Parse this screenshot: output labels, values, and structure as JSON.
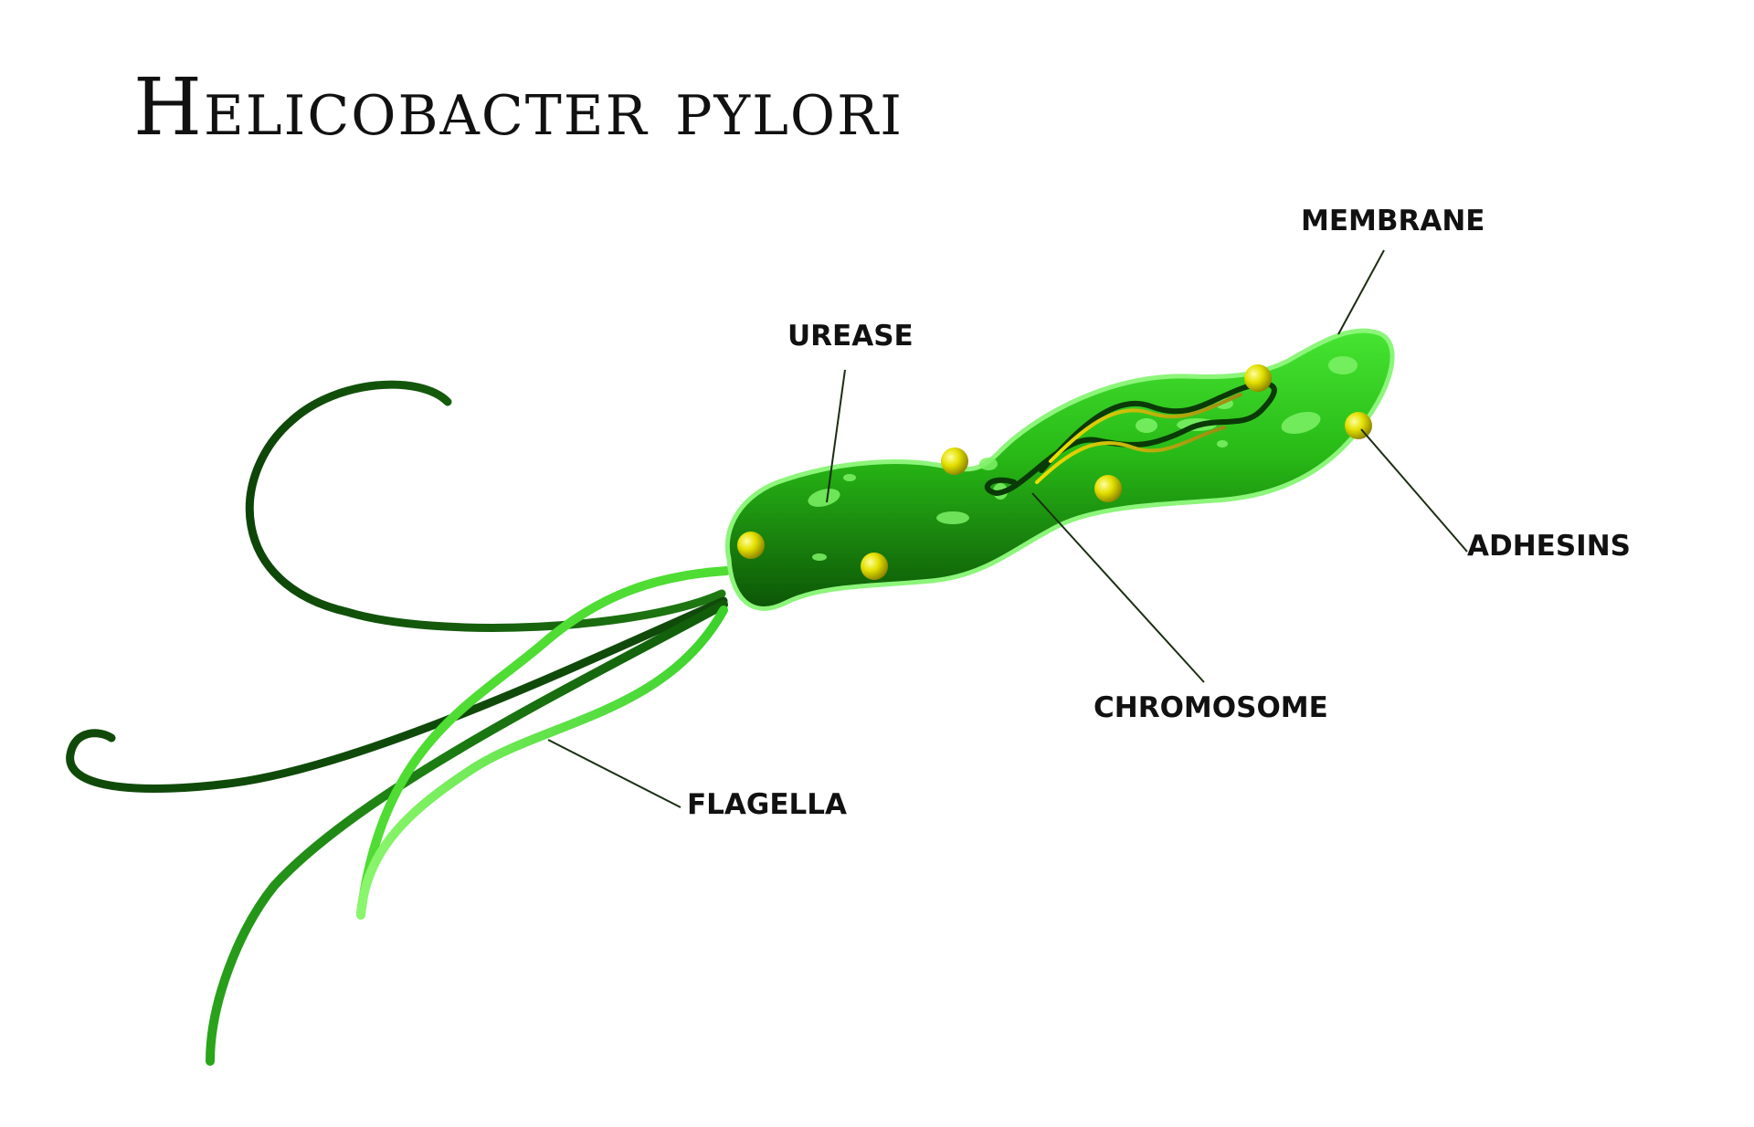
{
  "title": "Helicobacter pylori",
  "labels": {
    "membrane": "MEMBRANE",
    "urease": "UREASE",
    "adhesins": "ADHESINS",
    "chromosome": "CHROMOSOME",
    "flagella": "FLAGELLA"
  },
  "colors": {
    "body_bright": "#3fe22e",
    "body_mid": "#22b012",
    "body_dark": "#0d5a06",
    "outline": "#8cf57a",
    "flagella_light": "#7df25e",
    "flagella_dark": "#0f4d0a",
    "adhesin": "#e8e600",
    "chromosome": "#d6c800",
    "leader_line": "#1b2e12"
  }
}
